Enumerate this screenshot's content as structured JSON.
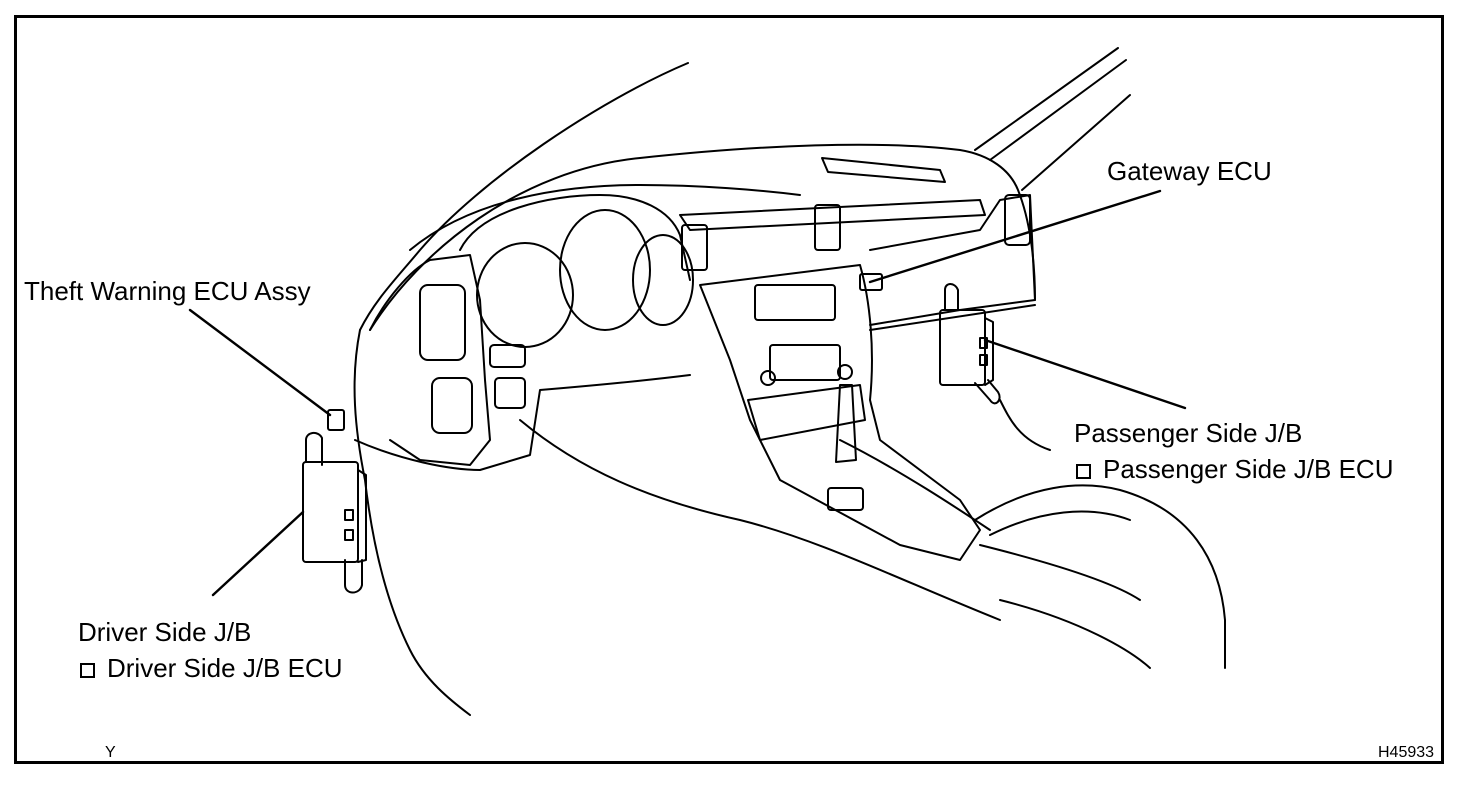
{
  "diagram": {
    "labels": {
      "gateway_ecu": "Gateway ECU",
      "theft_warning_ecu": "Theft Warning ECU Assy",
      "passenger_jb": "Passenger Side J/B",
      "passenger_jb_ecu": "Passenger Side J/B ECU",
      "driver_jb": "Driver Side J/B",
      "driver_jb_ecu": "Driver Side J/B ECU"
    },
    "corner_marks": {
      "left": "Y",
      "right": "H45933"
    }
  }
}
